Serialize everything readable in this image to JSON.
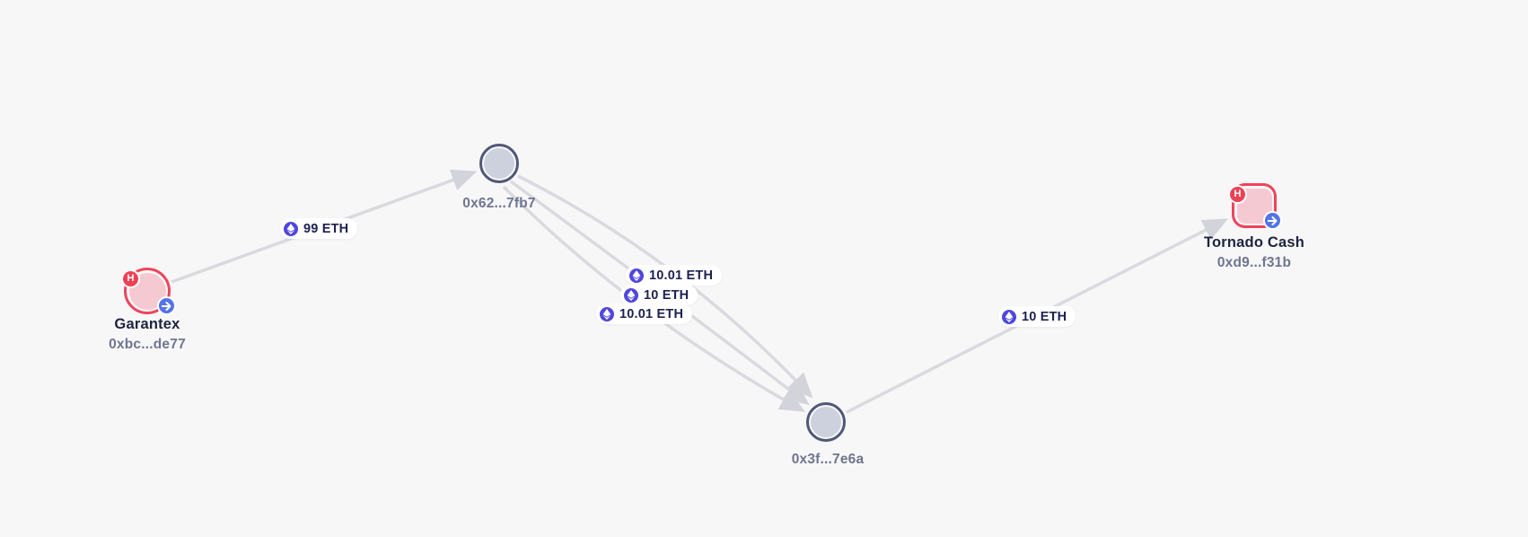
{
  "app": {
    "view": "transaction-flow-graph"
  },
  "nodes": [
    {
      "id": "garantex",
      "kind": "entity",
      "name": "Garantex",
      "address": "0xbc...de77",
      "risk_badge": "H",
      "direction_icon": "outgoing-arrow",
      "shape": "circle"
    },
    {
      "id": "hub1",
      "kind": "address",
      "label": "0x62...7fb7",
      "shape": "circle"
    },
    {
      "id": "hub2",
      "kind": "address",
      "label": "0x3f...7e6a",
      "shape": "circle"
    },
    {
      "id": "tornado",
      "kind": "entity",
      "name": "Tornado Cash",
      "address": "0xd9...f31b",
      "risk_badge": "H",
      "direction_icon": "outgoing-arrow",
      "shape": "squircle"
    }
  ],
  "edges": [
    {
      "from": "Garantex",
      "to": "0x62...7fb7",
      "label": "99 ETH",
      "asset": "ETH"
    },
    {
      "from": "0x62...7fb7",
      "to": "0x3f...7e6a",
      "label": "10.01 ETH",
      "asset": "ETH"
    },
    {
      "from": "0x62...7fb7",
      "to": "0x3f...7e6a",
      "label": "10 ETH",
      "asset": "ETH"
    },
    {
      "from": "0x62...7fb7",
      "to": "0x3f...7e6a",
      "label": "10.01 ETH",
      "asset": "ETH"
    },
    {
      "from": "0x3f...7e6a",
      "to": "Tornado Cash",
      "label": "10 ETH",
      "asset": "ETH"
    }
  ],
  "colors": {
    "background": "#f7f7f8",
    "edge": "#d9dae0",
    "hub_border": "#4e5876",
    "hub_fill": "#cdd1de",
    "entity_border_red": "#f0435a",
    "entity_fill_pink": "#f5c9d2",
    "risk_badge_red": "#ef4155",
    "direction_badge_blue": "#5373e8",
    "eth_icon_indigo": "#4f46e0",
    "amount_text": "#1d2150",
    "name_text": "#1d2440",
    "address_text": "#6f7590"
  }
}
